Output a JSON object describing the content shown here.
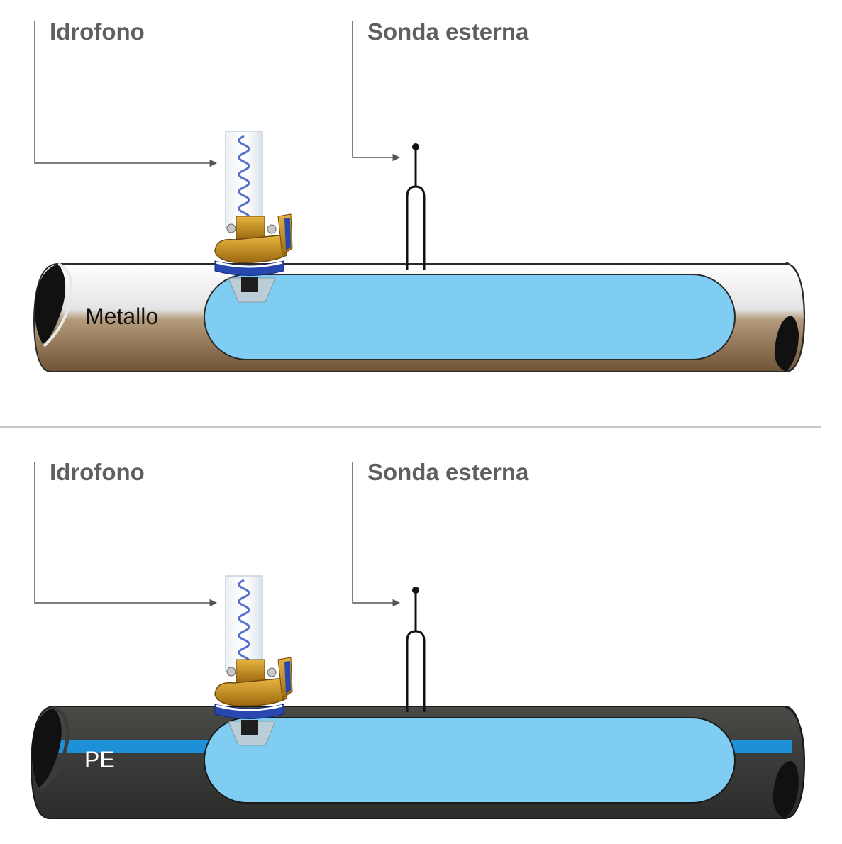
{
  "panels": [
    {
      "hydrophone_label": "Idrofono",
      "probe_label": "Sonda esterna",
      "pipe_label": "Metallo",
      "pipe_material": "metal"
    },
    {
      "hydrophone_label": "Idrofono",
      "probe_label": "Sonda esterna",
      "pipe_label": "PE",
      "pipe_material": "polyethylene"
    }
  ],
  "colors": {
    "water": "#7fcdf2",
    "metal_top": "#f2f2f2",
    "metal_bottom": "#7a5e3f",
    "pe_body": "#3b3b39",
    "pe_stripe": "#1e90d8",
    "label_text": "#5f5f5f",
    "leader_line": "#555555",
    "hydrophone_body": "#c8961e",
    "hydrophone_ring": "#2848b0",
    "divider": "#c8c8c8"
  }
}
